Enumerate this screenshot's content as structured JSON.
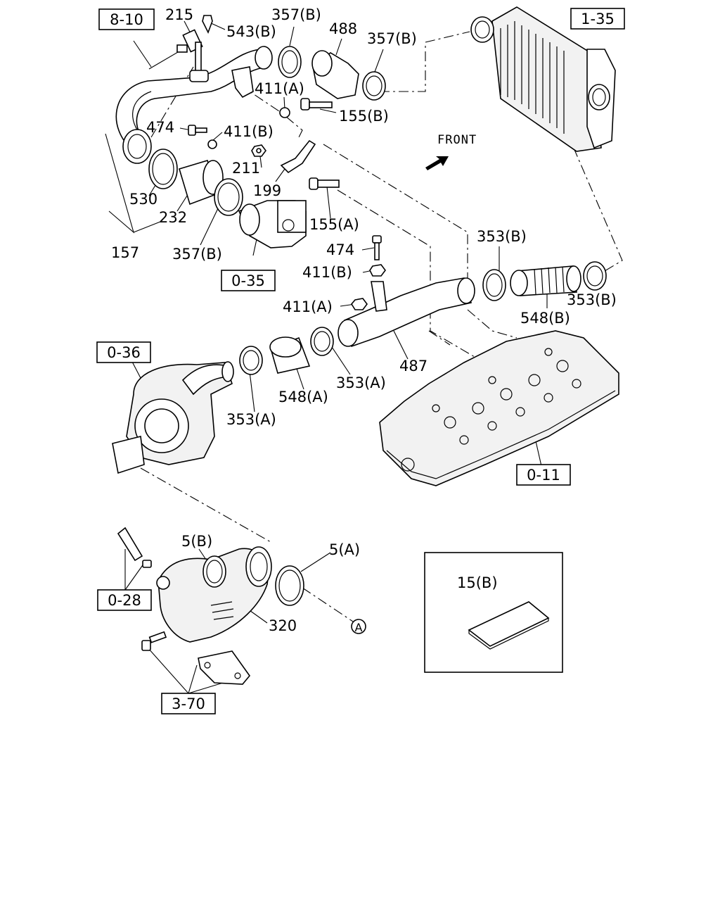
{
  "front_label": "FRONT",
  "ref_boxes": {
    "r_8_10": "8-10",
    "r_1_35": "1-35",
    "r_0_35": "0-35",
    "r_0_36": "0-36",
    "r_0_11": "0-11",
    "r_0_28": "0-28",
    "r_3_70": "3-70"
  },
  "callout_A": "A",
  "labels": {
    "p215": "215",
    "p357b_1": "357(B)",
    "p488": "488",
    "p357b_2": "357(B)",
    "p543b": "543(B)",
    "p411a_1": "411(A)",
    "p155b": "155(B)",
    "p474_1": "474",
    "p411b_1": "411(B)",
    "p211": "211",
    "p199": "199",
    "p530": "530",
    "p232": "232",
    "p157": "157",
    "p357b_3": "357(B)",
    "p155a": "155(A)",
    "p474_2": "474",
    "p411b_2": "411(B)",
    "p411a_2": "411(A)",
    "p353b_1": "353(B)",
    "p353b_2": "353(B)",
    "p548b": "548(B)",
    "p487": "487",
    "p353a_1": "353(A)",
    "p548a": "548(A)",
    "p353a_2": "353(A)",
    "p5b": "5(B)",
    "p5a": "5(A)",
    "p320": "320",
    "p15b": "15(B)"
  }
}
